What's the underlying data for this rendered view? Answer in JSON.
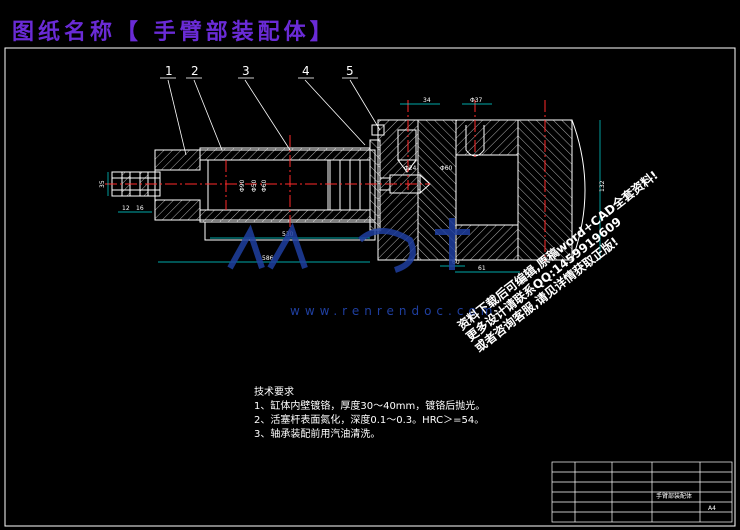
{
  "title": "图纸名称【 手臂部装配体】",
  "part_labels": [
    "1",
    "2",
    "3",
    "4",
    "5"
  ],
  "dimensions": {
    "d34": "34",
    "phi37": "Φ37",
    "d132": "132",
    "d35": "35",
    "d12": "12",
    "d16": "16",
    "d530": "530",
    "d586": "586",
    "d60": "60",
    "d61": "61",
    "phi90": "Φ90",
    "phi50": "Φ50",
    "phi60": "Φ60",
    "phi24": "Φ24",
    "phi60b": "Φ60"
  },
  "notes": {
    "heading": "技术要求",
    "items": [
      "1、缸体内壁镀铬，厚度30～40mm，镀铬后抛光。",
      "2、活塞杆表面氮化，深度0.1～0.3。HRC＞=54。",
      "3、轴承装配前用汽油清洗。"
    ]
  },
  "watermark": {
    "url": "www.renrendoc.com"
  },
  "promo": {
    "lines": [
      "资料下载后可编辑,原稿word+CAD全套资料!",
      "更多设计请联系QQ:1459919609",
      "或者咨询客服,请见详情获取正版!"
    ]
  },
  "title_block": {
    "drawing_name": "手臂部装配体",
    "sheet": "A4"
  },
  "colors": {
    "title": "#6a2bd6",
    "lines": "#ffffff",
    "centerline": "#ff2a2a",
    "dimension": "#00e0e0",
    "watermark": "#1f3fa0"
  }
}
